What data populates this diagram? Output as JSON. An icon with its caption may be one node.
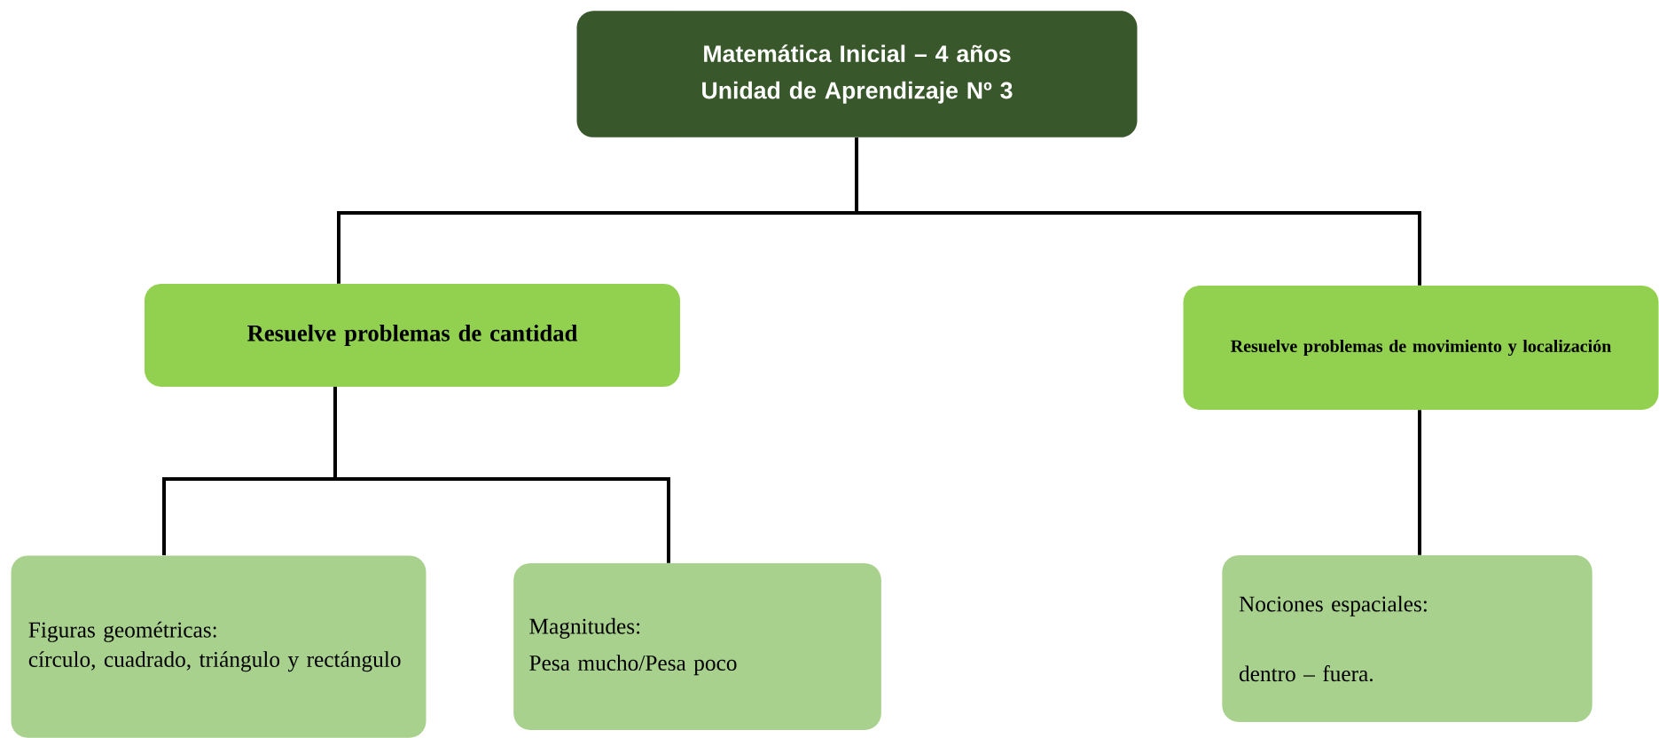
{
  "diagram": {
    "nodes": [
      {
        "text": [
          "Matemática Inicial – 4 años",
          "Unidad de Aprendizaje Nº 3"
        ]
      },
      {
        "text": [
          "Resuelve problemas de cantidad"
        ]
      },
      {
        "text": [
          "Resuelve problemas de movimiento y localización"
        ]
      },
      {
        "text": [
          "Figuras geométricas:",
          "círculo, cuadrado, triángulo y rectángulo"
        ]
      },
      {
        "text": [
          "Magnitudes:",
          "Pesa mucho/Pesa poco"
        ]
      },
      {
        "text": [
          "Nociones espaciales:",
          "dentro – fuera."
        ]
      }
    ],
    "edges": [
      {
        "from": 0,
        "to": 1,
        "arrow": "none"
      },
      {
        "from": 0,
        "to": 2,
        "arrow": "none"
      },
      {
        "from": 1,
        "to": 3,
        "arrow": "none"
      },
      {
        "from": 1,
        "to": 4,
        "arrow": "none"
      },
      {
        "from": 2,
        "to": 5,
        "arrow": "none"
      }
    ]
  }
}
